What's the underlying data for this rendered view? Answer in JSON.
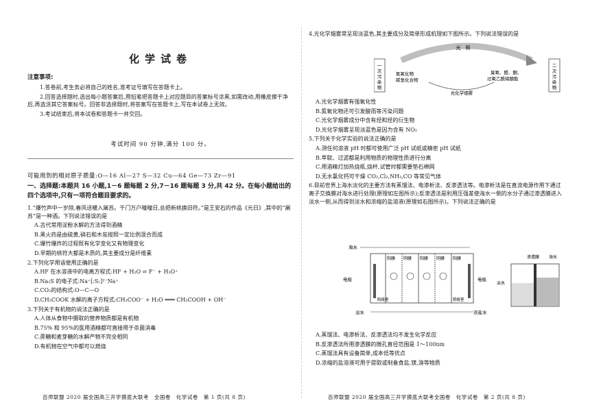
{
  "left": {
    "title": "化学试卷",
    "notes_heading": "注意事项:",
    "notes": [
      "1.答卷前,考生务必将自己的姓名,准考证号填写在答题卡上。",
      "2.回答选择题时,选出每小题答案后,用铅笔把答题卡上对应题目的答案标号涂黑,如需改动,用橡皮擦干净后,再选涂其它答案标号。回答非选择题时,将答案写在答题卡上,写在本试卷上无效。",
      "3.考试结束后,将本试卷和答题卡一并交回。"
    ],
    "time": "考试时间 90 分钟,满分 100 分。",
    "atomic_mass": "可能用到的相对原子质量:O—16   Al—27   S—32   Cu—64   Ge—73   Zr—91",
    "section": "一、选择题:本题共 16 小题,1－6 题每题 2 分,7－16 题每题 3 分,共 42 分。在每小题给出的四个选项中,只有一项符合题目要求的。",
    "q1": "1.“爆竹声中一岁除,春风送暖入屠苏。千门万户曈曈日,总把新桃换旧符。”是王安石的作品《元日》,其中的“屠苏”是一种酒。下列说法错误的是",
    "q1_opts": [
      "A.古代常用淀粉水解的方法得到酒精",
      "B.黑火药是由硫黄,硝石和木炭按照一定比例混合而成",
      "C.爆竹爆炸的过程既有化学变化又有物理变化",
      "D.早期的桃符大都是木质的,其主要成分是纤维素"
    ],
    "q2": "2.下列化学用语使用正确的是",
    "q2_opts": [
      "A.HF 在水溶液中的电离方程式:HF + H₂O ⇌ F⁻ + H₃O⁺",
      "B.Na₂S 的电子式:Na⁺[:S:]²⁻Na⁺",
      "C.CO₂的结构式:O—C—O",
      "D.CH₃COOK 水解的离子方程式:CH₃COO⁻ + H₂O ═══ CH₃COOH + OH⁻"
    ],
    "q3": "3.下列关于有机物的说法正确的是",
    "q3_opts": [
      "A.人体从食物中摄取的营养物质都是有机物",
      "B.75% 和 95%的医用酒精都可直接用于杀菌消毒",
      "C.蔗糖和麦芽糖的水解产物不完全相同",
      "D.有机物在空气中都可以燃烧"
    ],
    "footer": "百师联盟 2020 届全国高三开学摸底大联考　全国卷　化学试卷　第 1 页(共 8 页)"
  },
  "right": {
    "q4": "4.光化学烟雾常呈现淡蓝色,其主要成分及简单形成机理如下图所示。下列说法错误的是",
    "diagram": {
      "left_box": "一次污染物",
      "right_box": "二次污染物",
      "light": "光　照",
      "left_text": "氮氧化物\n碳氢化合物",
      "right_text": "臭氧、醛、酮、\n过氧乙酰硝酸酯",
      "bottom": "光化学烟雾"
    },
    "q4_opts": [
      "A.光化学烟雾有强氧化性",
      "B.氮氧化物还可引发酸雨等污染问题",
      "C.光化学烟雾成分中含有烃和烃的衍生物",
      "D.光化学烟雾呈现淡蓝色是因为含有 NO₂"
    ],
    "q5": "5.下列关于化学实验的说法正确的是",
    "q5_opts": [
      "A.测任何溶液 pH 时都可使用广泛 pH 试纸或精密 pH 试纸",
      "B.萃取、过滤都是利用物质的物理性质进行分离",
      "C.用酒精灯加热烧瓶,烧杯,试管时都需要垫石棉网",
      "D.无水氯化钙可干燥 CO₂,Cl₂,NH₃,CO 等常见气体"
    ],
    "q6": "6.目前世界上海水淡化的主要方法有蒸馏法、电渗析法、反渗透法等。电渗析法是在直流电源作用下通过离子交换膜对海水进行处理(原理如左图所示);反渗透法是利用压强差使海水一侧的水分子通过渗透膜进入淡水一侧,从而得到淡水和浓缩的盐溶液(原理如右图所示)。下列说法正确的是",
    "diagram2": {
      "seawater": "海水",
      "electrode_l": "电极",
      "electrode_r": "电极",
      "membranes": [
        "阳膜",
        "阴膜",
        "阳膜",
        "阴膜",
        "阳膜",
        "阴膜"
      ],
      "anode_room": "阳极室",
      "cathode_room": "阴极室",
      "fresh": "淡水",
      "conc": "浓盐水",
      "fresh2": "淡水",
      "osmosis": "渗透膜",
      "sea2": "海水"
    },
    "q6_opts": [
      "A.蒸馏法、电渗析法、反渗透法均不发生化学反应",
      "B.反渗透法所用渗透膜的微孔直径范围是 1～100nm",
      "C.蒸馏法具有设备简单,成本低等优点",
      "D.浓缩的盐溶液可用于提取或制备食盐,镁,溴等物质"
    ],
    "footer": "百师联盟 2020 届全国高三开学摸底大联考全国卷　化学试卷　第 2 页(共 8 页)"
  }
}
